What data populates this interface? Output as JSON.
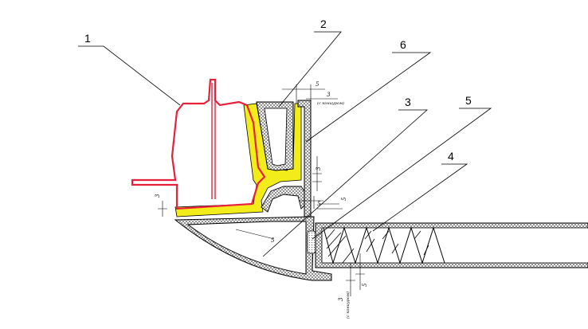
{
  "callouts": [
    {
      "id": "1",
      "label": "1"
    },
    {
      "id": "2",
      "label": "2"
    },
    {
      "id": "3",
      "label": "3"
    },
    {
      "id": "4",
      "label": "4"
    },
    {
      "id": "5",
      "label": "5"
    },
    {
      "id": "6",
      "label": "6"
    }
  ],
  "dimensions": {
    "top_5": "5",
    "top_3": "3",
    "top_3_note": "(с кониуром)",
    "mid_3": "3",
    "mid_5_a": "5",
    "mid_5_b": "5",
    "left_3": "3",
    "diag_5": "5",
    "low_5": "5",
    "bottom_3": "3",
    "bottom_3_note": "(с кониуром)"
  },
  "colors": {
    "outline": "#000000",
    "seal": "#e8203c",
    "foam": "#f2ec1a",
    "hatch": "#444444",
    "background": "#ffffff"
  }
}
